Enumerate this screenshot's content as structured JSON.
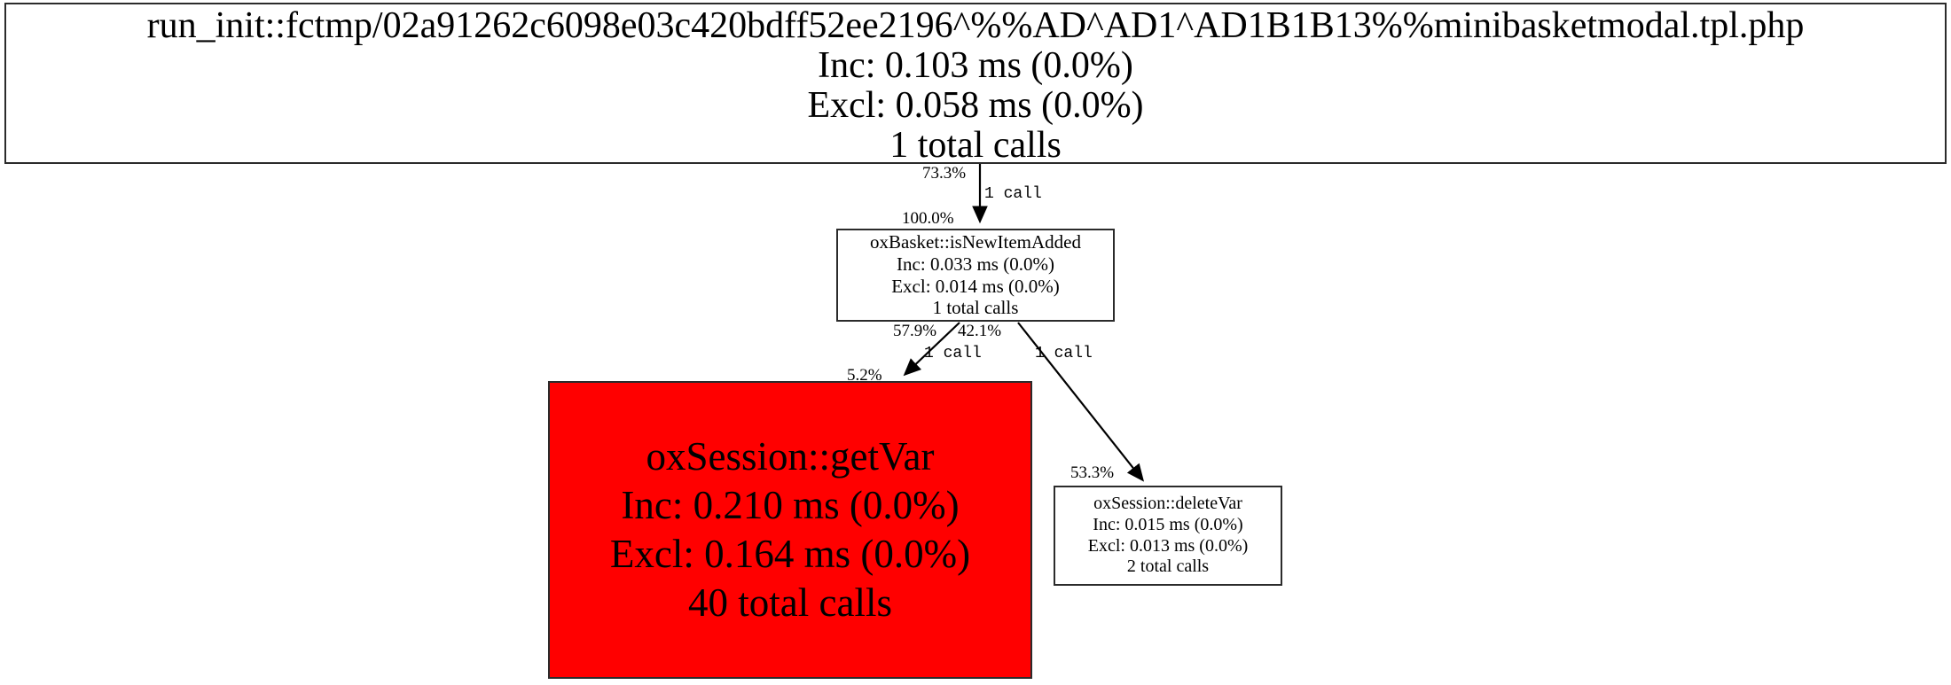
{
  "graph": {
    "type": "call-graph",
    "background": "#ffffff",
    "node_border_color": "#2b2b2b",
    "highlight_color": "#ff0000",
    "nodes": [
      {
        "id": "root",
        "name": "run_init::fctmp/02a91262c6098e03c420bdff52ee2196^%%AD^AD1^AD1B1B13%%minibasketmodal.tpl.php",
        "inclusive": "Inc: 0.103 ms (0.0%)",
        "exclusive": "Excl: 0.058 ms (0.0%)",
        "calls": "1 total calls",
        "inclusive_ms": 0.103,
        "inclusive_pct": 0.0,
        "exclusive_ms": 0.058,
        "exclusive_pct": 0.0,
        "total_calls": 1,
        "fill": "#ffffff"
      },
      {
        "id": "isnewitemadded",
        "name": "oxBasket::isNewItemAdded",
        "inclusive": "Inc: 0.033 ms (0.0%)",
        "exclusive": "Excl: 0.014 ms (0.0%)",
        "calls": "1 total calls",
        "inclusive_ms": 0.033,
        "inclusive_pct": 0.0,
        "exclusive_ms": 0.014,
        "exclusive_pct": 0.0,
        "total_calls": 1,
        "fill": "#ffffff"
      },
      {
        "id": "getvar",
        "name": "oxSession::getVar",
        "inclusive": "Inc: 0.210 ms (0.0%)",
        "exclusive": "Excl: 0.164 ms (0.0%)",
        "calls": "40 total calls",
        "inclusive_ms": 0.21,
        "inclusive_pct": 0.0,
        "exclusive_ms": 0.164,
        "exclusive_pct": 0.0,
        "total_calls": 40,
        "fill": "#ff0000"
      },
      {
        "id": "deletevar",
        "name": "oxSession::deleteVar",
        "inclusive": "Inc: 0.015 ms (0.0%)",
        "exclusive": "Excl: 0.013 ms (0.0%)",
        "calls": "2 total calls",
        "inclusive_ms": 0.015,
        "inclusive_pct": 0.0,
        "exclusive_ms": 0.013,
        "exclusive_pct": 0.0,
        "total_calls": 2,
        "fill": "#ffffff"
      }
    ],
    "edges": [
      {
        "id": "e1",
        "from": "root",
        "to": "isnewitemadded",
        "source_pct": "73.3%",
        "calls": "1 call",
        "target_pct": "100.0%"
      },
      {
        "id": "e2",
        "from": "isnewitemadded",
        "to": "getvar",
        "source_pct": "57.9%",
        "calls": "1 call",
        "target_pct": "5.2%"
      },
      {
        "id": "e3",
        "from": "isnewitemadded",
        "to": "deletevar",
        "source_pct": "42.1%",
        "calls": "1 call",
        "target_pct": "53.3%"
      }
    ]
  }
}
